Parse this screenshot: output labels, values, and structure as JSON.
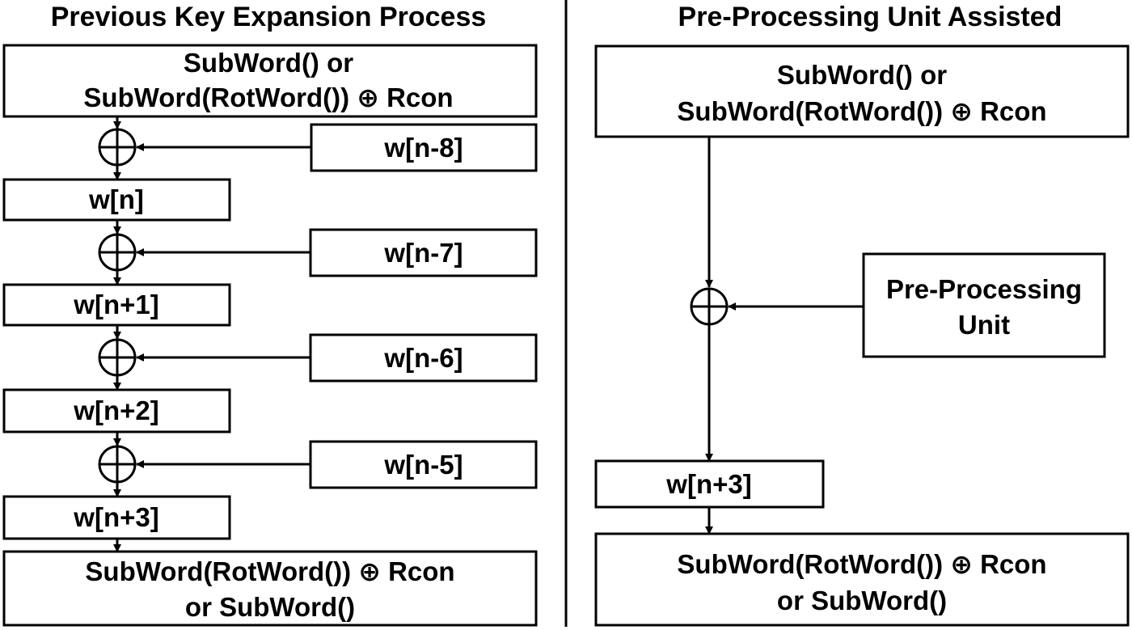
{
  "left": {
    "title": "Previous Key Expansion Process",
    "top_box": {
      "line1": "SubWord() or",
      "line2": "SubWord(RotWord()) ⊕ Rcon"
    },
    "input_words": [
      "w[n-8]",
      "w[n-7]",
      "w[n-6]",
      "w[n-5]"
    ],
    "output_words": [
      "w[n]",
      "w[n+1]",
      "w[n+2]",
      "w[n+3]"
    ],
    "bottom_box": {
      "line1": "SubWord(RotWord()) ⊕ Rcon",
      "line2": "or SubWord()"
    }
  },
  "right": {
    "title": "Pre-Processing Unit Assisted",
    "top_box": {
      "line1": "SubWord() or",
      "line2": "SubWord(RotWord()) ⊕ Rcon"
    },
    "ppu_box": {
      "line1": "Pre-Processing",
      "line2": "Unit"
    },
    "word": "w[n+3]",
    "bottom_box": {
      "line1": "SubWord(RotWord()) ⊕ Rcon",
      "line2": "or SubWord()"
    }
  }
}
